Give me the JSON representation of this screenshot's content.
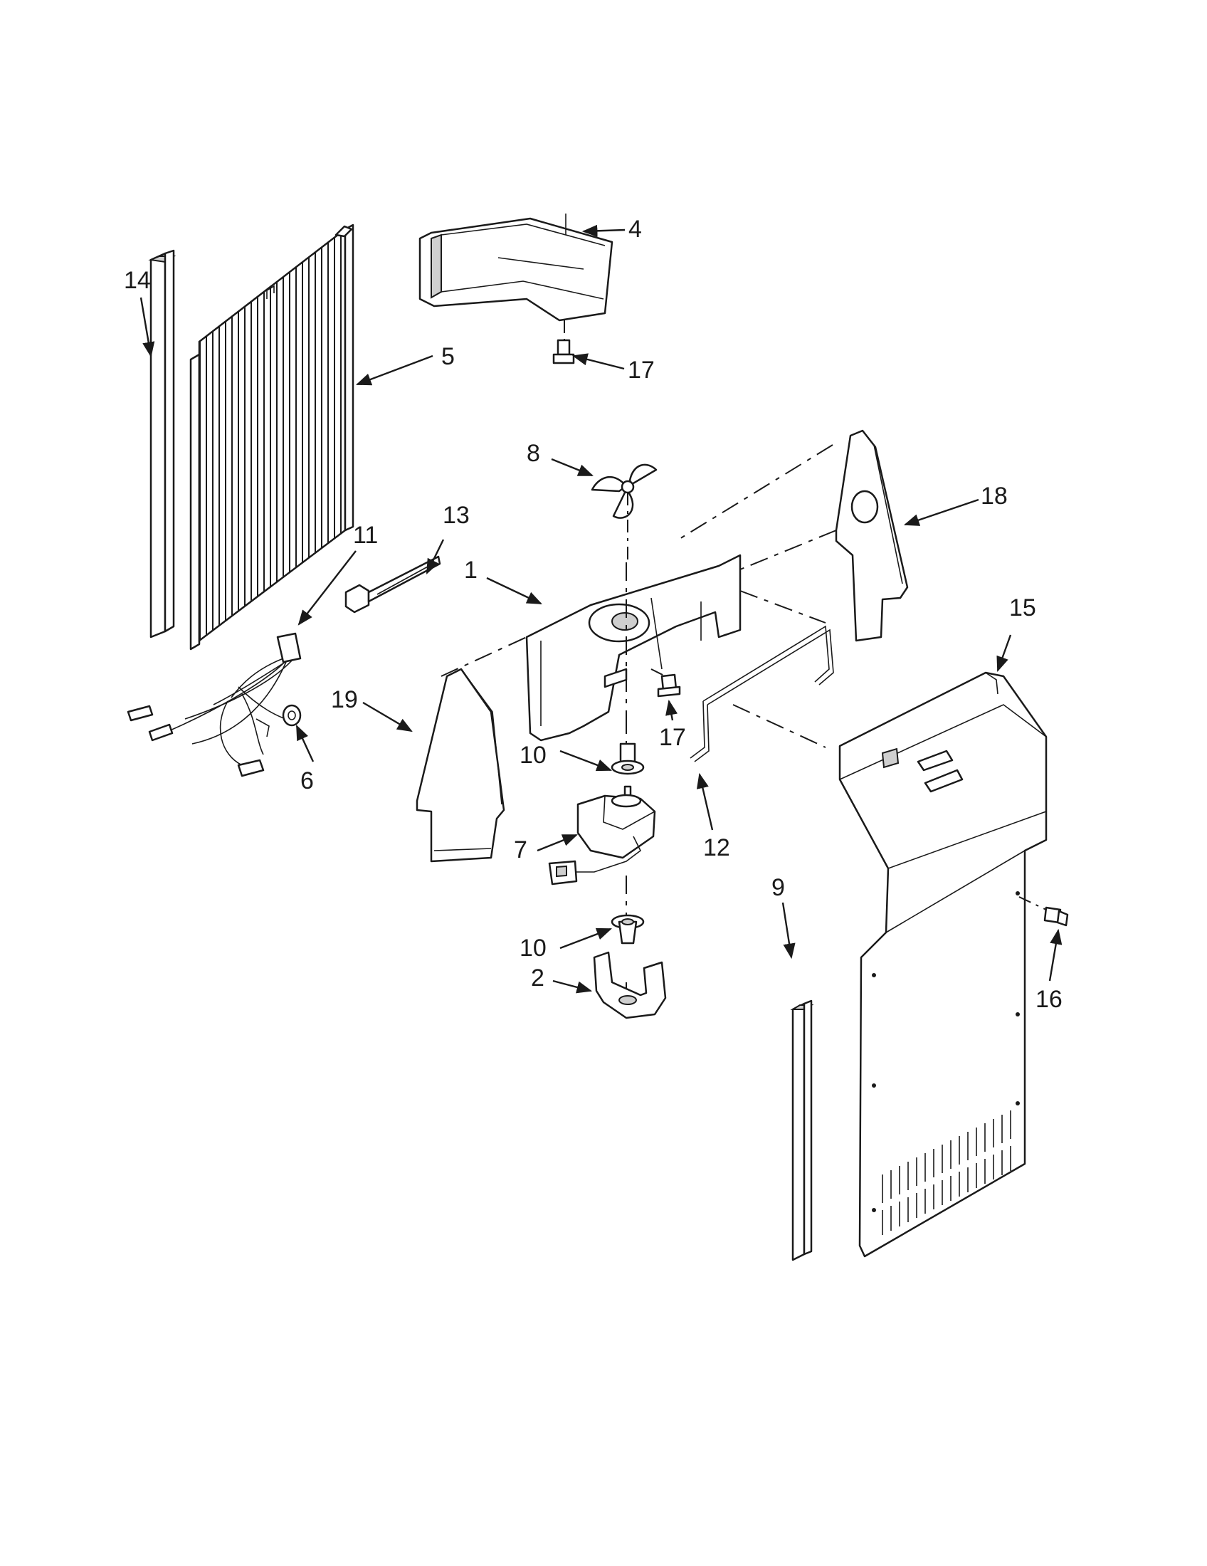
{
  "callouts": {
    "c1": "1",
    "c2": "2",
    "c4": "4",
    "c5": "5",
    "c6": "6",
    "c7": "7",
    "c8": "8",
    "c9": "9",
    "c10a": "10",
    "c10b": "10",
    "c11": "11",
    "c12": "12",
    "c13": "13",
    "c14": "14",
    "c15": "15",
    "c16": "16",
    "c17a": "17",
    "c17b": "17",
    "c18": "18",
    "c19": "19"
  }
}
